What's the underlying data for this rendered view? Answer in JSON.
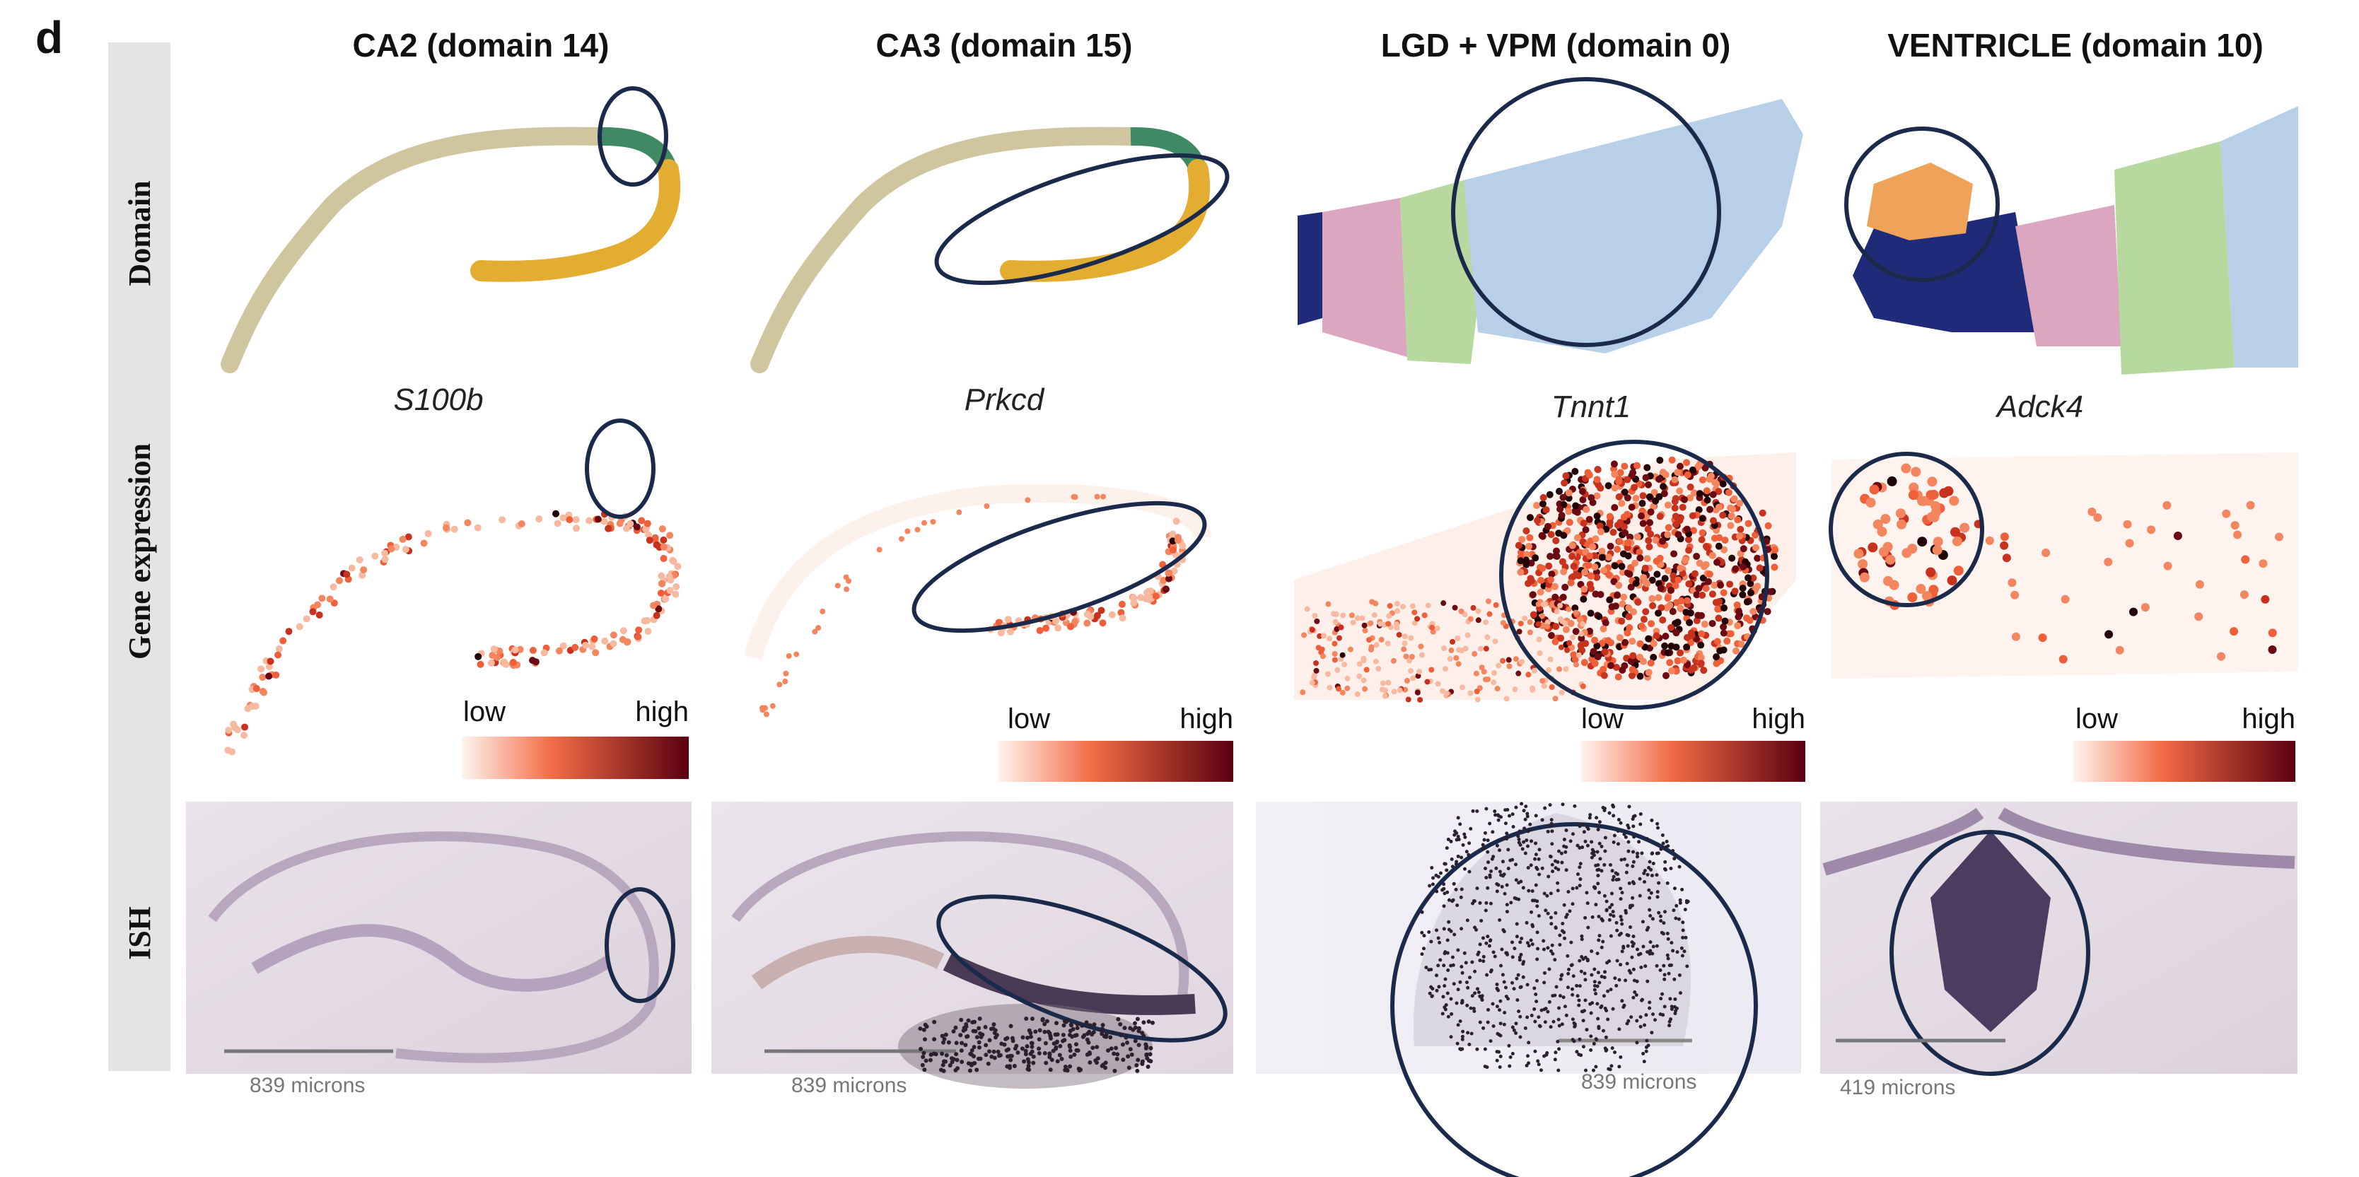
{
  "panel_label": "d",
  "rows": [
    "Domain",
    "Gene expression",
    "ISH"
  ],
  "columns": [
    {
      "title": "CA2 (domain 14)",
      "gene": "S100b",
      "scale_text": "839 microns"
    },
    {
      "title": "CA3 (domain 15)",
      "gene": "Prkcd",
      "scale_text": "839 microns"
    },
    {
      "title": "LGD + VPM (domain 0)",
      "gene": "Tnnt1",
      "scale_text": "839 microns"
    },
    {
      "title": "VENTRICLE (domain 10)",
      "gene": "Adck4",
      "scale_text": "419 microns"
    }
  ],
  "colorbar": {
    "low": "low",
    "high": "high",
    "colors": [
      "#fff4ef",
      "#f26b45",
      "#5a0010"
    ]
  },
  "domain_colors": {
    "ca1": "#cfc6a0",
    "ca2": "#3f8a65",
    "ca3": "#e3ad32",
    "navy": "#1f2a78",
    "pink": "#dba7c0",
    "green": "#b7d9a0",
    "blue": "#b8cfe8",
    "orange": "#eea25a"
  }
}
